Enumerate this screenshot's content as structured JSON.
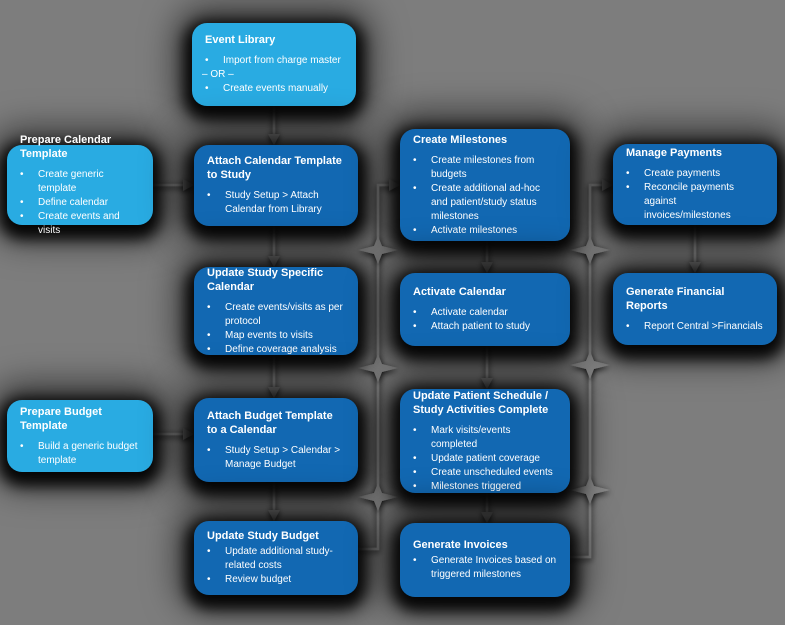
{
  "diagram_title": "Clinical study calendar, budget and financials workflow",
  "colors": {
    "light_blue": "#29abe2",
    "dark_blue": "#1268b2",
    "background_gray": "#7d7d7d",
    "connector_gray": "#8a8a8a",
    "text_white": "#ffffff"
  },
  "nodes": [
    {
      "id": "event-library",
      "title": "Event Library",
      "items": [
        {
          "bullet": true,
          "text": "Import from charge master"
        },
        {
          "bullet": false,
          "text": "– OR –"
        },
        {
          "bullet": true,
          "text": "Create events manually"
        }
      ]
    },
    {
      "id": "prepare-calendar-template",
      "title": "Prepare Calendar Template",
      "items": [
        {
          "bullet": true,
          "text": "Create generic template"
        },
        {
          "bullet": true,
          "text": "Define calendar"
        },
        {
          "bullet": true,
          "text": "Create events and visits"
        }
      ]
    },
    {
      "id": "attach-calendar-template-to-study",
      "title": "Attach Calendar Template to Study",
      "items": [
        {
          "bullet": true,
          "text": "Study Setup > Attach Calendar from Library"
        }
      ]
    },
    {
      "id": "create-milestones",
      "title": "Create Milestones",
      "items": [
        {
          "bullet": true,
          "text": "Create milestones from budgets"
        },
        {
          "bullet": true,
          "text": "Create additional ad-hoc and patient/study status milestones"
        },
        {
          "bullet": true,
          "text": "Activate milestones"
        }
      ]
    },
    {
      "id": "manage-payments",
      "title": "Manage Payments",
      "items": [
        {
          "bullet": true,
          "text": "Create payments"
        },
        {
          "bullet": true,
          "text": "Reconcile payments against invoices/milestones"
        }
      ]
    },
    {
      "id": "update-study-specific-calendar",
      "title": "Update Study Specific Calendar",
      "items": [
        {
          "bullet": true,
          "text": "Create events/visits as per protocol"
        },
        {
          "bullet": true,
          "text": "Map events to visits"
        },
        {
          "bullet": true,
          "text": "Define coverage analysis"
        }
      ]
    },
    {
      "id": "activate-calendar",
      "title": "Activate Calendar",
      "items": [
        {
          "bullet": true,
          "text": "Activate calendar"
        },
        {
          "bullet": true,
          "text": "Attach patient to study"
        }
      ]
    },
    {
      "id": "generate-financial-reports",
      "title": "Generate Financial Reports",
      "items": [
        {
          "bullet": true,
          "text": "Report Central >Financials"
        }
      ]
    },
    {
      "id": "prepare-budget-template",
      "title": "Prepare Budget Template",
      "items": [
        {
          "bullet": true,
          "text": "Build a generic budget template"
        }
      ]
    },
    {
      "id": "attach-budget-template-to-a-calendar",
      "title": "Attach Budget Template to a Calendar",
      "items": [
        {
          "bullet": true,
          "text": "Study Setup > Calendar > Manage Budget"
        }
      ]
    },
    {
      "id": "update-patient-schedule",
      "title": "Update Patient Schedule / Study Activities Complete",
      "items": [
        {
          "bullet": true,
          "text": "Mark visits/events completed"
        },
        {
          "bullet": true,
          "text": "Update patient coverage"
        },
        {
          "bullet": true,
          "text": "Create unscheduled events"
        },
        {
          "bullet": true,
          "text": "Milestones triggered"
        }
      ]
    },
    {
      "id": "update-study-budget",
      "title": "Update Study Budget",
      "items": [
        {
          "bullet": true,
          "text": "Update additional study-related costs"
        },
        {
          "bullet": true,
          "text": "Review budget"
        }
      ]
    },
    {
      "id": "generate-invoices",
      "title": "Generate Invoices",
      "items": [
        {
          "bullet": true,
          "text": "Generate Invoices based on triggered milestones"
        }
      ]
    }
  ],
  "edges": [
    {
      "from": "event-library",
      "to": "attach-calendar-template-to-study"
    },
    {
      "from": "prepare-calendar-template",
      "to": "attach-calendar-template-to-study"
    },
    {
      "from": "attach-calendar-template-to-study",
      "to": "update-study-specific-calendar"
    },
    {
      "from": "update-study-specific-calendar",
      "to": "attach-budget-template-to-a-calendar"
    },
    {
      "from": "prepare-budget-template",
      "to": "attach-budget-template-to-a-calendar"
    },
    {
      "from": "attach-budget-template-to-a-calendar",
      "to": "update-study-budget"
    },
    {
      "from": "update-study-budget",
      "to": "create-milestones"
    },
    {
      "from": "create-milestones",
      "to": "activate-calendar"
    },
    {
      "from": "activate-calendar",
      "to": "update-patient-schedule"
    },
    {
      "from": "update-patient-schedule",
      "to": "generate-invoices"
    },
    {
      "from": "generate-invoices",
      "to": "manage-payments"
    },
    {
      "from": "manage-payments",
      "to": "generate-financial-reports"
    }
  ]
}
